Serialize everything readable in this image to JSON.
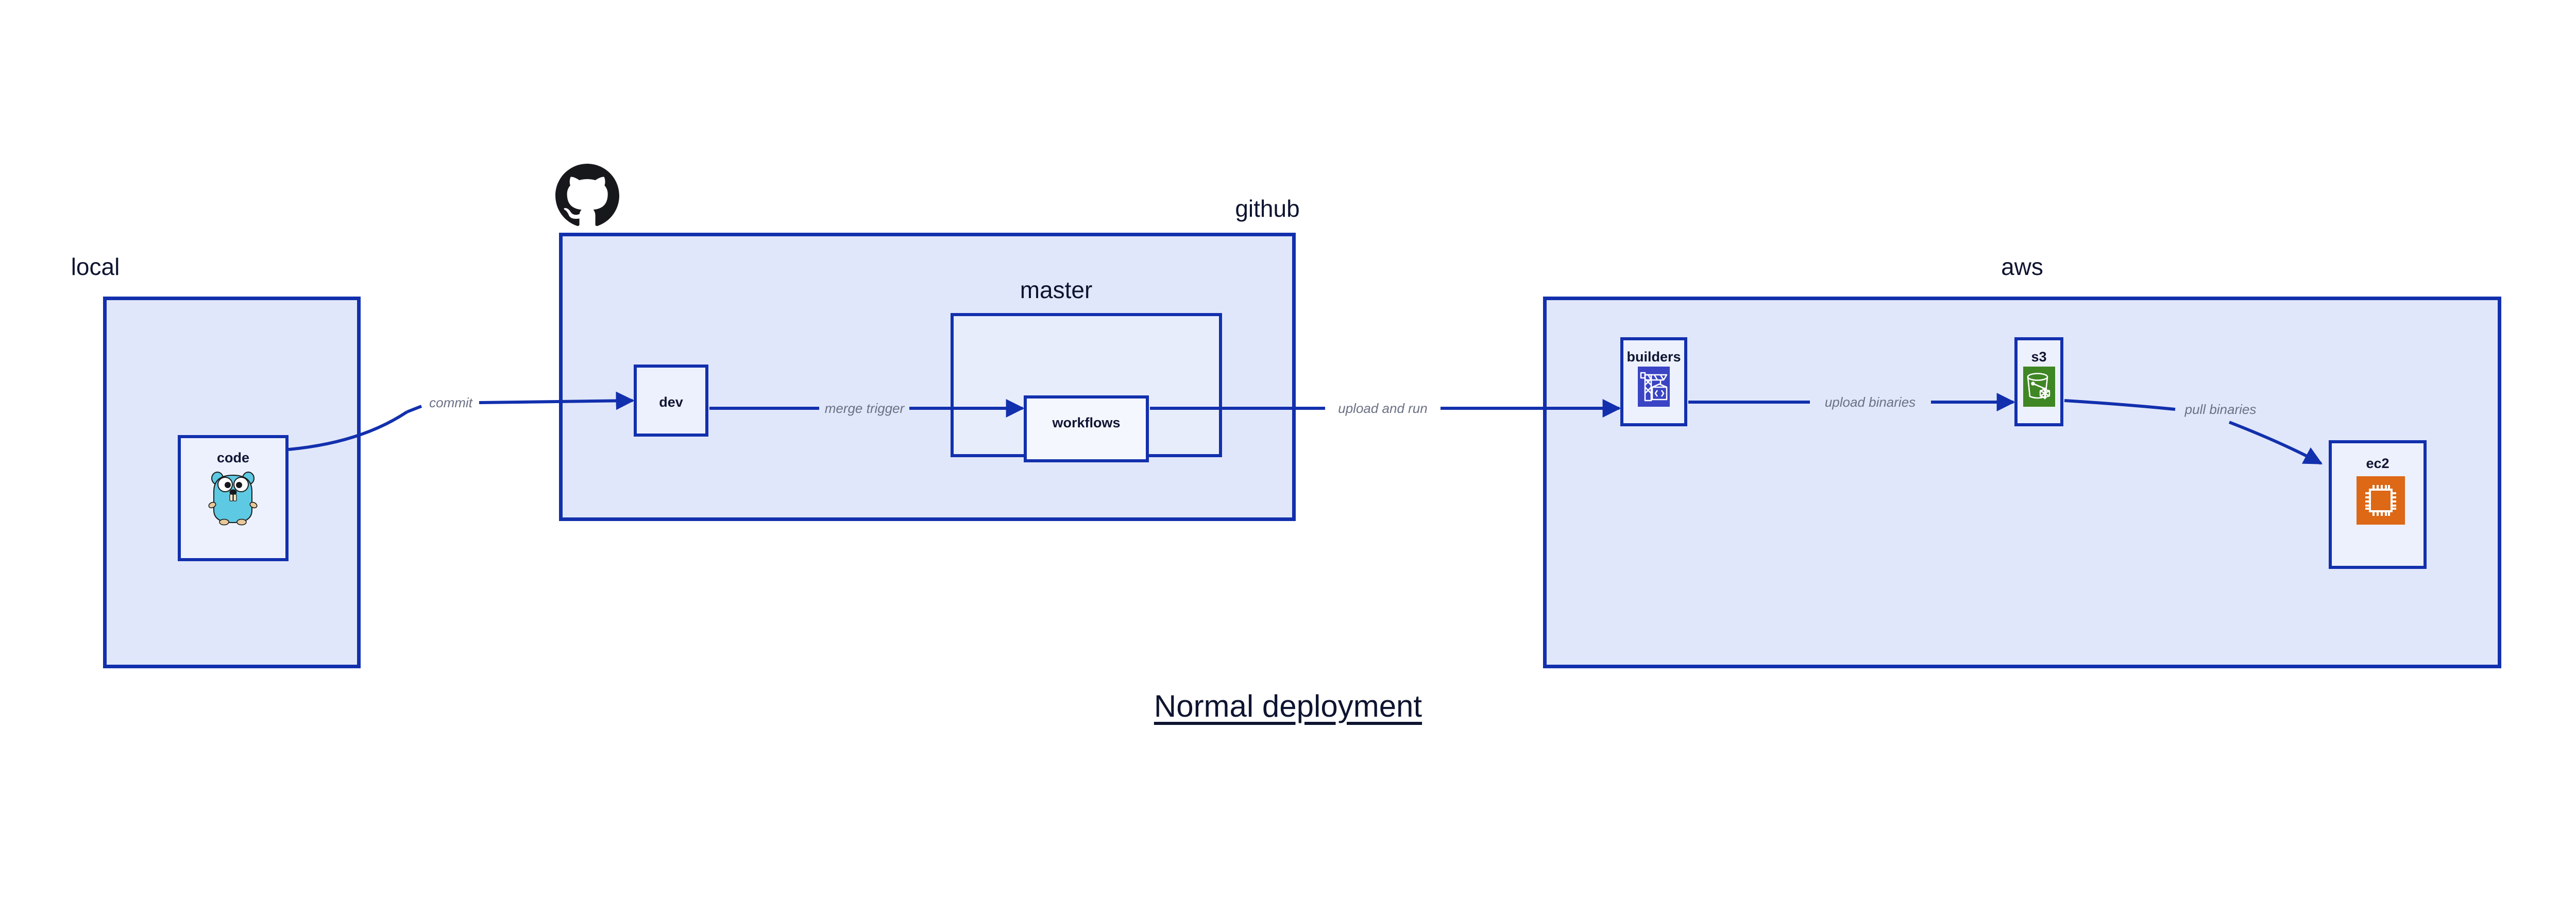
{
  "diagram": {
    "title": "Normal deployment",
    "groups": [
      {
        "id": "local",
        "label": "local"
      },
      {
        "id": "github",
        "label": "github"
      },
      {
        "id": "aws",
        "label": "aws"
      }
    ],
    "subgroups": [
      {
        "id": "master",
        "label": "master",
        "parent": "github"
      }
    ],
    "nodes": [
      {
        "id": "code",
        "label": "code",
        "group": "local",
        "icon": "go-gopher-icon"
      },
      {
        "id": "dev",
        "label": "dev",
        "group": "github",
        "icon": "none"
      },
      {
        "id": "workflows",
        "label": "workflows",
        "group": "master",
        "icon": "none"
      },
      {
        "id": "builders",
        "label": "builders",
        "group": "aws",
        "icon": "aws-codebuild-crane-icon"
      },
      {
        "id": "s3",
        "label": "s3",
        "group": "aws",
        "icon": "aws-s3-bucket-icon"
      },
      {
        "id": "ec2",
        "label": "ec2",
        "group": "aws",
        "icon": "aws-ec2-chip-icon"
      }
    ],
    "edges": [
      {
        "id": "commit",
        "from": "code",
        "to": "dev",
        "label": "commit"
      },
      {
        "id": "merge-trigger",
        "from": "dev",
        "to": "workflows",
        "label": "merge trigger"
      },
      {
        "id": "upload-and-run",
        "from": "workflows",
        "to": "builders",
        "label": "upload and run"
      },
      {
        "id": "upload-binaries",
        "from": "builders",
        "to": "s3",
        "label": "upload binaries"
      },
      {
        "id": "pull-binaries",
        "from": "s3",
        "to": "ec2",
        "label": "pull binaries"
      }
    ],
    "brand_icons": [
      {
        "id": "github-logo",
        "name": "github-octocat-icon"
      }
    ],
    "colors": {
      "edge": "#1230ad",
      "border": "#1230ad",
      "group_fill": "#e1e7fa",
      "subgroup_fill": "#e8edfb",
      "node_fill": "#edf1fd",
      "label_text": "#0e1430",
      "edge_label_text": "#6b7184",
      "background": "#ffffff",
      "codebuild_tile": "#3a44c4",
      "s3_tile": "#3f8624",
      "ec2_tile": "#dd6816",
      "gopher_body": "#5dc9e2",
      "github_mark": "#17181b"
    }
  }
}
